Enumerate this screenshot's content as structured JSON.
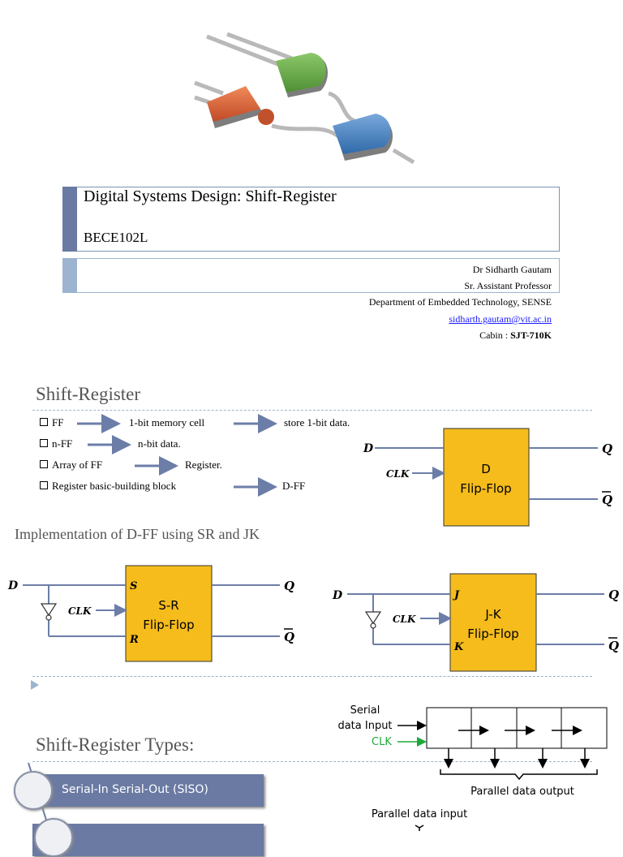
{
  "slide1": {
    "title": "Digital Systems Design: Shift-Register",
    "course_code": "BECE102L",
    "author": {
      "name": "Dr Sidharth Gautam",
      "position": "Sr. Assistant Professor",
      "department": "Department of Embedded Technology, SENSE",
      "email": "sidharth.gautam@vit.ac.in",
      "cabin_label": "Cabin : ",
      "cabin_value": "SJT-710K"
    }
  },
  "slide2": {
    "title": "Shift-Register",
    "bullets": [
      {
        "a": "FF",
        "b": "1-bit memory cell",
        "c": "store 1-bit data."
      },
      {
        "a": "n-FF",
        "b": "n-bit data."
      },
      {
        "a": "Array of  FF",
        "b": "Register."
      },
      {
        "a": "Register basic-building block",
        "b": "D-FF"
      }
    ],
    "dff": {
      "in": "D",
      "clk": "CLK",
      "q": "Q",
      "qbar": "Q",
      "label1": "D",
      "label2": "Flip-Flop",
      "color": "#f5bc1c"
    },
    "subtitle": "Implementation of D-FF using SR and JK",
    "sr": {
      "in": "D",
      "s": "S",
      "r": "R",
      "clk": "CLK",
      "q": "Q",
      "qbar": "Q",
      "label1": "S-R",
      "label2": "Flip-Flop"
    },
    "jk": {
      "in": "D",
      "j": "J",
      "k": "K",
      "clk": "CLK",
      "q": "Q",
      "qbar": "Q",
      "label1": "J-K",
      "label2": "Flip-Flop"
    }
  },
  "slide3": {
    "title": "Shift-Register Types:",
    "types": [
      "Serial-In Serial-Out (SISO)"
    ],
    "diagram": {
      "serial_in_1": "Serial",
      "serial_in_2": "data Input",
      "clk": "CLK",
      "clk_color": "#1fa83a",
      "parallel_out": "Parallel data output",
      "parallel_in": "Parallel data input"
    }
  },
  "colors": {
    "accent": "#6a7aa3",
    "accent_light": "#9cb4cf",
    "ff_fill": "#f5bc1c",
    "wire": "#6c7da8"
  }
}
